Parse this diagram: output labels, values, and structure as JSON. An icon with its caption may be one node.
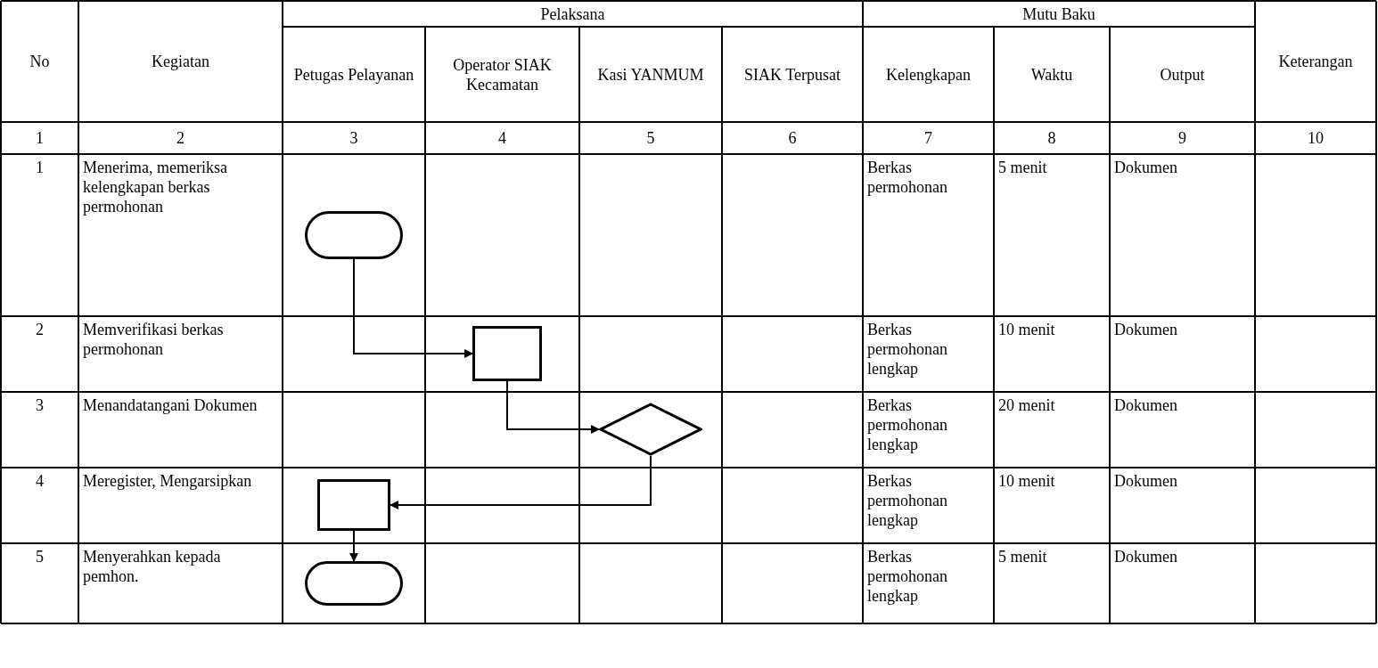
{
  "diagram": {
    "nodes": [
      {
        "text": [],
        "shape": "stadium"
      },
      {
        "text": [],
        "shape": "box"
      },
      {
        "text": [],
        "shape": "diamond"
      },
      {
        "text": [],
        "shape": "box"
      },
      {
        "text": [],
        "shape": "stadium"
      }
    ],
    "edges": [
      {
        "from": 0,
        "to": 1,
        "arrow": "to"
      },
      {
        "from": 1,
        "to": 2,
        "arrow": "to"
      },
      {
        "from": 2,
        "to": 3,
        "arrow": "to"
      },
      {
        "from": 3,
        "to": 4,
        "arrow": "to"
      }
    ],
    "labels": [
      "No",
      "Kegiatan",
      "Pelaksana",
      "Mutu Baku",
      "Keterangan",
      "Petugas Pelayanan",
      "Operator SIAK Kecamatan",
      "Kasi YANMUM",
      "SIAK Terpusat",
      "Kelengkapan",
      "Waktu",
      "Output",
      "1",
      "2",
      "3",
      "4",
      "5",
      "6",
      "7",
      "8",
      "9",
      "10",
      "1",
      "Menerima, memeriksa kelengkapan berkas permohonan",
      "Berkas permohonan",
      "5 menit",
      "Dokumen",
      "2",
      "Memverifikasi berkas permohonan",
      "Berkas permohonan lengkap",
      "10 menit",
      "Dokumen",
      "3",
      "Menandatangani Dokumen",
      "Berkas permohonan lengkap",
      "20 menit",
      "Dokumen",
      "4",
      "Meregister, Mengarsipkan",
      "Berkas permohonan lengkap",
      "10 menit",
      "Dokumen",
      "5",
      "Menyerahkan kepada pemhon.",
      "Berkas permohonan lengkap",
      "5 menit",
      "Dokumen"
    ]
  }
}
